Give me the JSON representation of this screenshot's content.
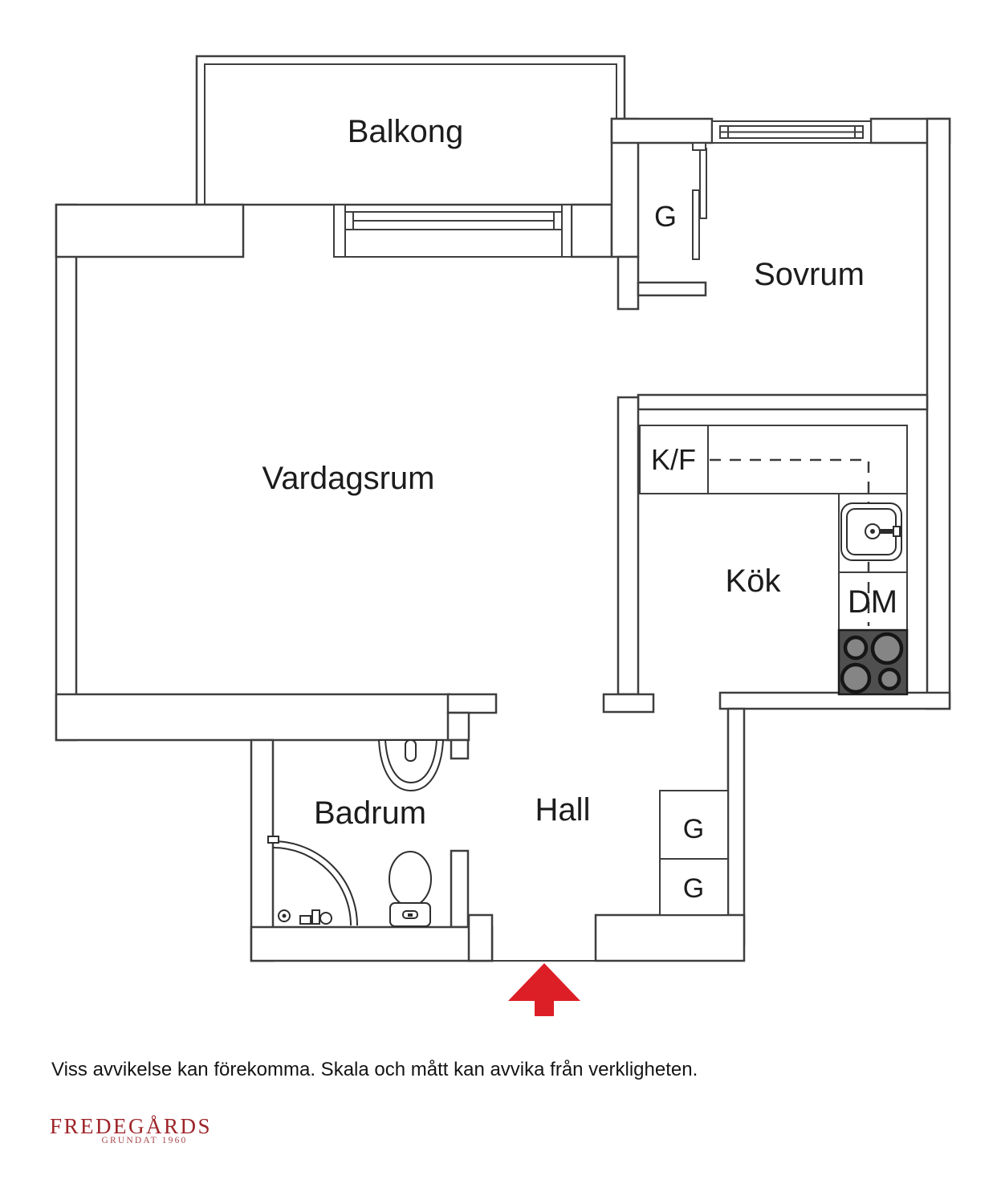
{
  "floorplan": {
    "rooms": {
      "balcony": "Balkong",
      "bedroom": "Sovrum",
      "living_room": "Vardagsrum",
      "kitchen": "Kök",
      "bathroom": "Badrum",
      "hall": "Hall"
    },
    "appliances": {
      "fridge_freezer": "K/F",
      "dishwasher": "DM"
    },
    "wardrobes": {
      "bedroom": "G",
      "hall_top": "G",
      "hall_bottom": "G"
    },
    "colors": {
      "wall_line": "#3e3e3e",
      "stove_body": "#4f4f4f",
      "burner": "#858585",
      "entrance_arrow": "#DC1F26",
      "brand_red": "#9E2328",
      "brand_red_light": "#A8494D"
    }
  },
  "footer": {
    "disclaimer": "Viss avvikelse kan förekomma. Skala och mått kan avvika från verkligheten."
  },
  "brand": {
    "name": "FREDEGÅRDS",
    "tagline": "GRUNDAT 1960"
  }
}
